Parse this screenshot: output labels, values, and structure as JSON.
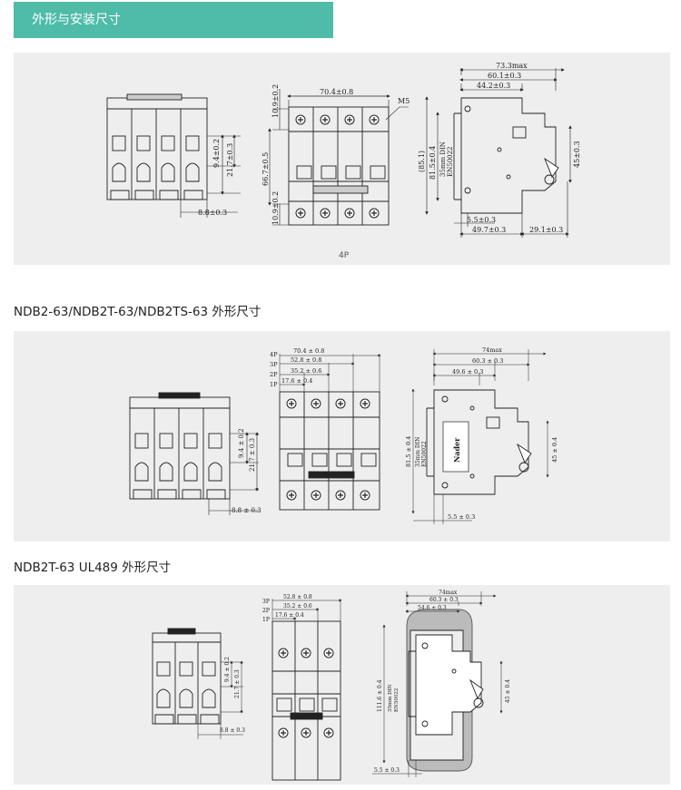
{
  "header": {
    "title": "外形与安装尺寸"
  },
  "section1": {
    "label": "4P",
    "front": {
      "w": "70.4±0.8",
      "h_top": "10.9±0.2",
      "h_mid": "66.7±0.5",
      "h_bot": "10.9±0.2",
      "screw": "M5"
    },
    "back": {
      "d1": "9.4±0.2",
      "d2": "21.7±0.3",
      "pitch": "8.8±0.3"
    },
    "side": {
      "w_max": "73.3max",
      "w1": "60.1±0.3",
      "w2": "44.2±0.3",
      "h_total": "(85.1)",
      "h_din": "81.5±0.4",
      "din_line1": "35mm DIN",
      "din_line2": "EN50022",
      "h_right": "45±0.3",
      "b1": "5.5±0.3",
      "b2": "49.7±0.3",
      "b3": "29.1±0.3"
    }
  },
  "section2": {
    "title": "NDB2-63/NDB2T-63/NDB2TS-63 外形尺寸",
    "front": {
      "p4_label": "4P",
      "p3_label": "3P",
      "p2_label": "2P",
      "p1_label": "1P",
      "p4": "70.4 ± 0.8",
      "p3": "52.8 ± 0.8",
      "p2": "35.2 ± 0.6",
      "p1": "17.6 ± 0.4"
    },
    "back": {
      "d1": "9.4 ± 0.2",
      "d2": "21.7 ± 0.3",
      "pitch": "8.8 ± 0.3"
    },
    "side": {
      "w_max": "74max",
      "w1": "60.3 ± 0.3",
      "w2": "49.6 ± 0.3",
      "h": "81.5 ± 0.4",
      "din_line1": "35mm DIN",
      "din_line2": "EN50022",
      "h_right": "45 ± 0.4",
      "b1": "5.5 ± 0.3",
      "brand": "Nader"
    }
  },
  "section3": {
    "title": "NDB2T-63 UL489 外形尺寸",
    "front": {
      "p3_label": "3P",
      "p2_label": "2P",
      "p1_label": "1P",
      "p3": "52.8 ± 0.8",
      "p2": "35.2 ± 0.6",
      "p1": "17.6 ± 0.4"
    },
    "back": {
      "d1": "9.4 ± 0.2",
      "d2": "21.7 ± 0.3",
      "pitch": "8.8 ± 0.3"
    },
    "side": {
      "w_max": "74max",
      "w1": "60.3 ± 0.3",
      "w2": "54.6 ± 0.3",
      "h": "111.6 ± 0.4",
      "din_line1": "35mm DIN",
      "din_line2": "EN50022",
      "h_right": "45 ± 0.4",
      "b1": "5.5 ± 0.3"
    }
  }
}
